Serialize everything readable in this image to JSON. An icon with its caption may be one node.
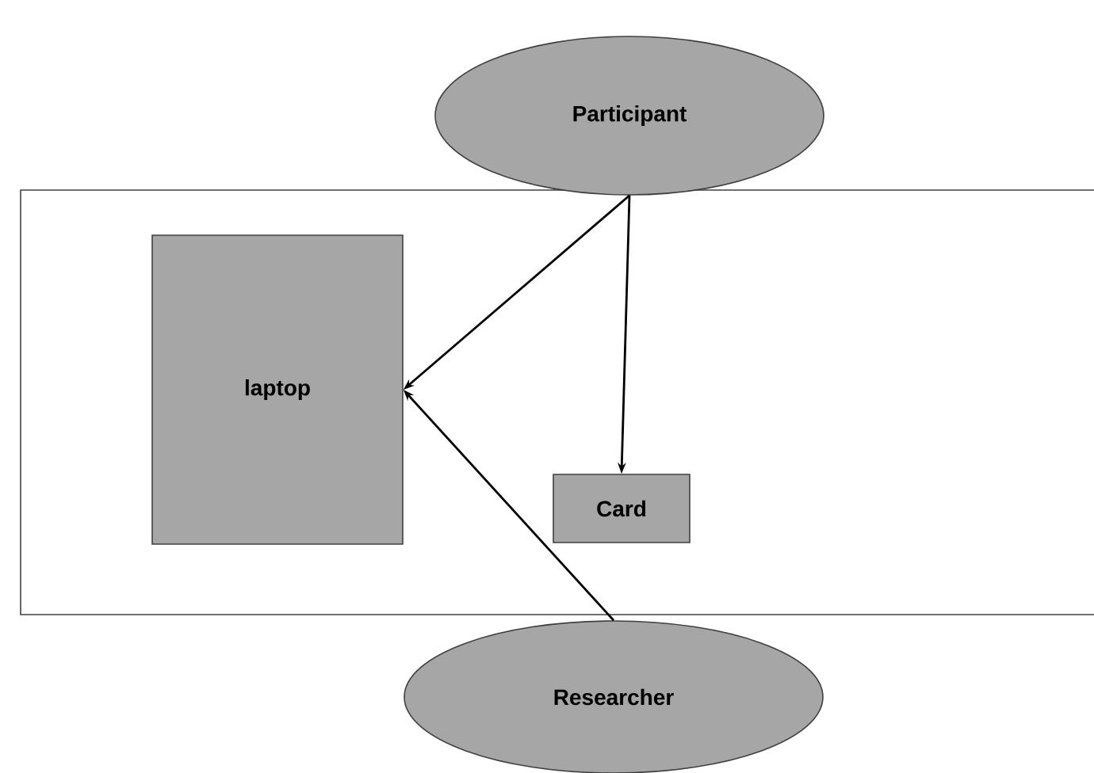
{
  "diagram": {
    "nodes": [
      {
        "text": [
          "Participant"
        ]
      },
      {
        "text": [],
        "shape": "box"
      },
      {
        "text": [
          "laptop"
        ],
        "in": 1
      },
      {
        "text": [
          "Card"
        ],
        "in": 1
      },
      {
        "text": [
          "Researcher"
        ]
      }
    ],
    "edges": [
      {
        "from": 0,
        "to": 2,
        "arrow": "to"
      },
      {
        "from": 0,
        "to": 3,
        "arrow": "to"
      },
      {
        "from": 4,
        "to": 2,
        "arrow": "to"
      }
    ]
  }
}
